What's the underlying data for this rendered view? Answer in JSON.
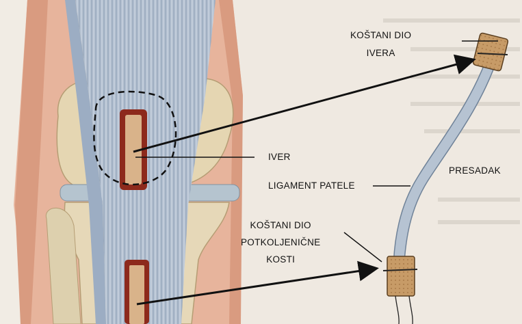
{
  "labels": {
    "kostani_dio_ivera": [
      "KOŠTANI DIO",
      "IVERA"
    ],
    "iver": "IVER",
    "presadak": "PRESADAK",
    "ligament_patele": "LIGAMENT PATELE",
    "kostani_dio_potkoljenicne": [
      "KOŠTANI DIO",
      "POTKOLJENIČNE",
      "KOSTI"
    ]
  },
  "colors": {
    "skin": "#e8b39a",
    "bone": "#e6d7b6",
    "ligament": "#aebccd",
    "bone_plug": "#c9a06e",
    "page": "#f1ece4"
  }
}
